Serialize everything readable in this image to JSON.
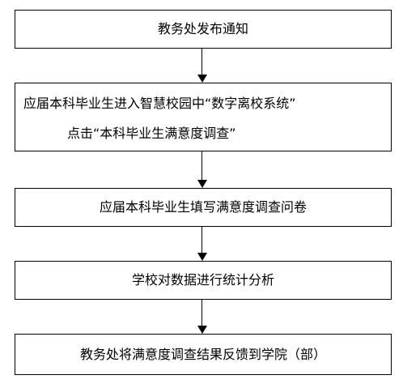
{
  "flowchart": {
    "step1": "教务处发布通知",
    "step2_line1": "应届本科毕业生进入智慧校园中“数字离校系统”",
    "step2_line2": "点击“本科毕业生满意度调查”",
    "step3": "应届本科毕业生填写满意度调查问卷",
    "step4": "学校对数据进行统计分析",
    "step5": "教务处将满意度调查结果反馈到学院（部）"
  },
  "colors": {
    "border": "#000000",
    "text": "#000000",
    "background": "#ffffff"
  }
}
